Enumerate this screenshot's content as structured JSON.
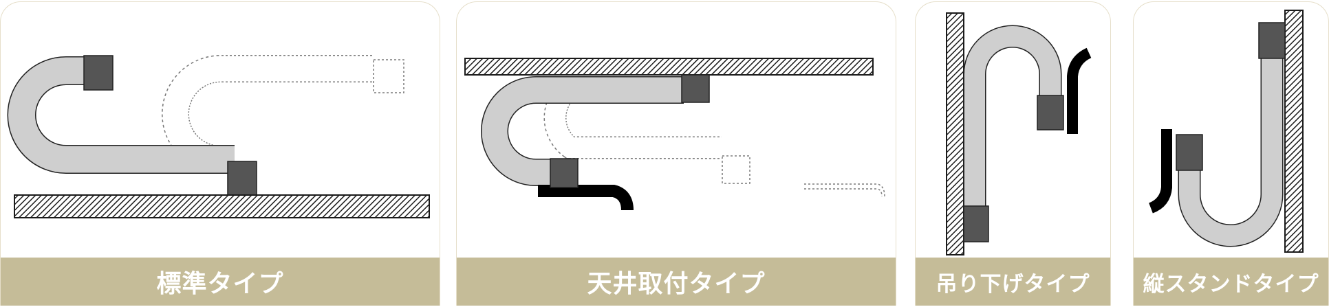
{
  "panels": [
    {
      "label": "標準タイプ"
    },
    {
      "label": "天井取付タイプ"
    },
    {
      "label": "吊り下げタイプ"
    },
    {
      "label": "縦スタンドタイプ"
    }
  ],
  "colors": {
    "label_bar": "#c5bc98",
    "label_text": "#ffffff",
    "panel_border": "#e6dfca",
    "hose_fill": "#cfcfcf",
    "connector_fill": "#555555",
    "wall_hatch": "#1a1a1a"
  }
}
